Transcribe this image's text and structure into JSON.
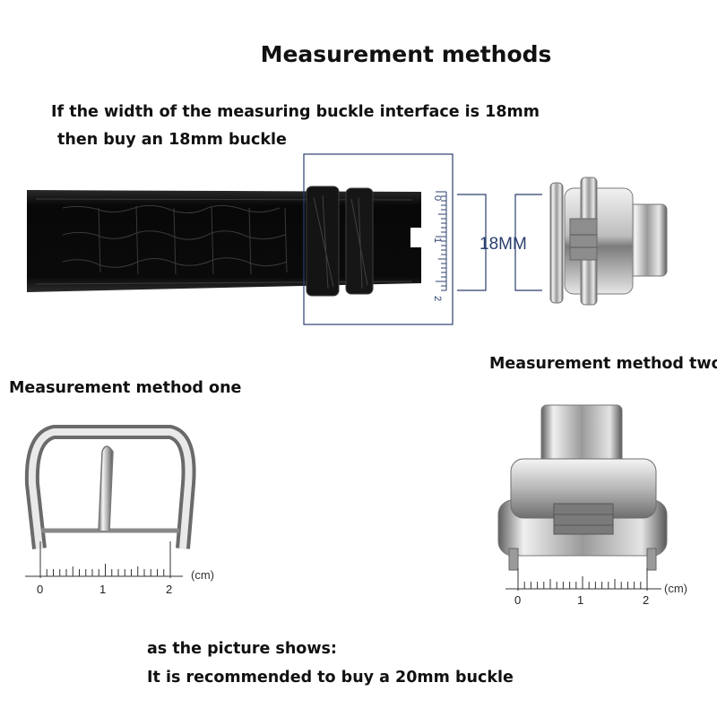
{
  "title": "Measurement methods",
  "intro": {
    "line1": "If the width of the measuring buckle interface is 18mm",
    "line2": "then buy an 18mm buckle"
  },
  "top_figure": {
    "width_label": "18MM",
    "ruler_numbers": [
      "0",
      "1",
      "2"
    ],
    "strap_color": "#0e0e0e",
    "ruler_box_color": "#2b3f6e"
  },
  "method_one": {
    "label": "Measurement method one",
    "scale_numbers": [
      "0",
      "1",
      "2"
    ],
    "unit": "(cm)"
  },
  "method_two": {
    "label": "Measurement method two",
    "scale_numbers": [
      "0",
      "1",
      "2"
    ],
    "unit": "(cm)"
  },
  "footer": {
    "line1": "as the picture shows:",
    "line2": "It is recommended to buy a 20mm buckle"
  }
}
